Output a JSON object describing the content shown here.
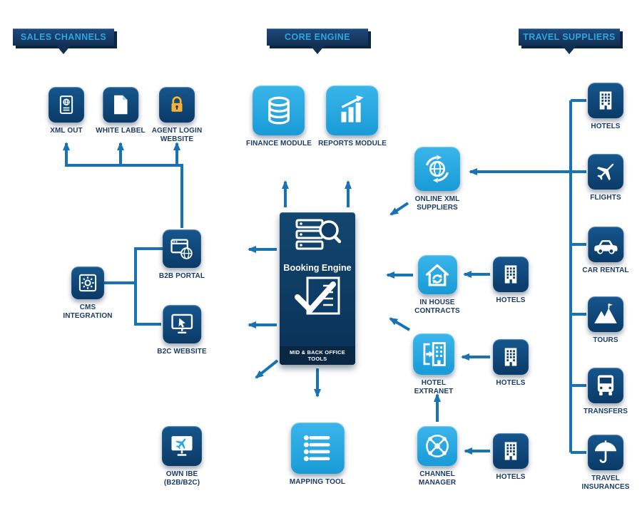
{
  "colors": {
    "dark_node": "#0b3a67",
    "light_node": "#29a9e1",
    "arrow": "#1873b4",
    "label_text": "#1c3d66",
    "banner_bg": "#122f52",
    "banner_text": "#2da7e0",
    "lock_accent": "#f9b233"
  },
  "banners": {
    "sales_channels": "SALES CHANNELS",
    "core_engine": "CORE ENGINE",
    "travel_suppliers": "TRAVEL SUPPLIERS"
  },
  "sales_channels": {
    "xml_out": "XML OUT",
    "white_label": "WHITE LABEL",
    "agent_login_website": "AGENT LOGIN WEBSITE",
    "b2b_portal": "B2B PORTAL",
    "cms_integration": "CMS INTEGRATION",
    "b2c_website": "B2C WEBSITE",
    "own_ibe": "OWN IBE (B2B/B2C)"
  },
  "core_engine": {
    "finance_module": "FINANCE MODULE",
    "reports_module": "REPORTS MODULE",
    "booking_engine_title": "Booking Engine",
    "booking_engine_footer": "MID & BACK OFFICE TOOLS",
    "mapping_tool": "MAPPING TOOL"
  },
  "supplier_channels": {
    "online_xml_suppliers": "ONLINE XML SUPPLIERS",
    "in_house_contracts": "IN HOUSE CONTRACTS",
    "hotel_extranet": "HOTEL EXTRANET",
    "channel_manager": "CHANNEL MANAGER",
    "hotels_in_house": "HOTELS",
    "hotels_extranet": "HOTELS",
    "hotels_channel_manager": "HOTELS"
  },
  "travel_suppliers": {
    "hotels": "HOTELS",
    "flights": "FLIGHTS",
    "car_rental": "CAR RENTAL",
    "tours": "TOURS",
    "transfers": "TRANSFERS",
    "travel_insurances": "TRAVEL INSURANCES"
  },
  "icons": {
    "xml_out": "passport-document",
    "white_label": "blank-document",
    "agent_login_website": "padlock",
    "b2b_portal": "browser-globe",
    "cms_integration": "browser-gear",
    "b2c_website": "monitor-cursor",
    "own_ibe": "monitor-plane",
    "finance_module": "database",
    "reports_module": "bar-chart-arrow",
    "booking_engine": "search-servers-and-check-document",
    "mapping_tool": "bulleted-list",
    "online_xml_suppliers": "globe-sync",
    "in_house_contracts": "house-refresh",
    "hotel_extranet": "building-login-arrow",
    "channel_manager": "network-hub",
    "hotels": "hotel-building",
    "flights": "airplane",
    "car_rental": "car",
    "tours": "mountains-flag",
    "transfers": "bus",
    "travel_insurances": "umbrella"
  }
}
